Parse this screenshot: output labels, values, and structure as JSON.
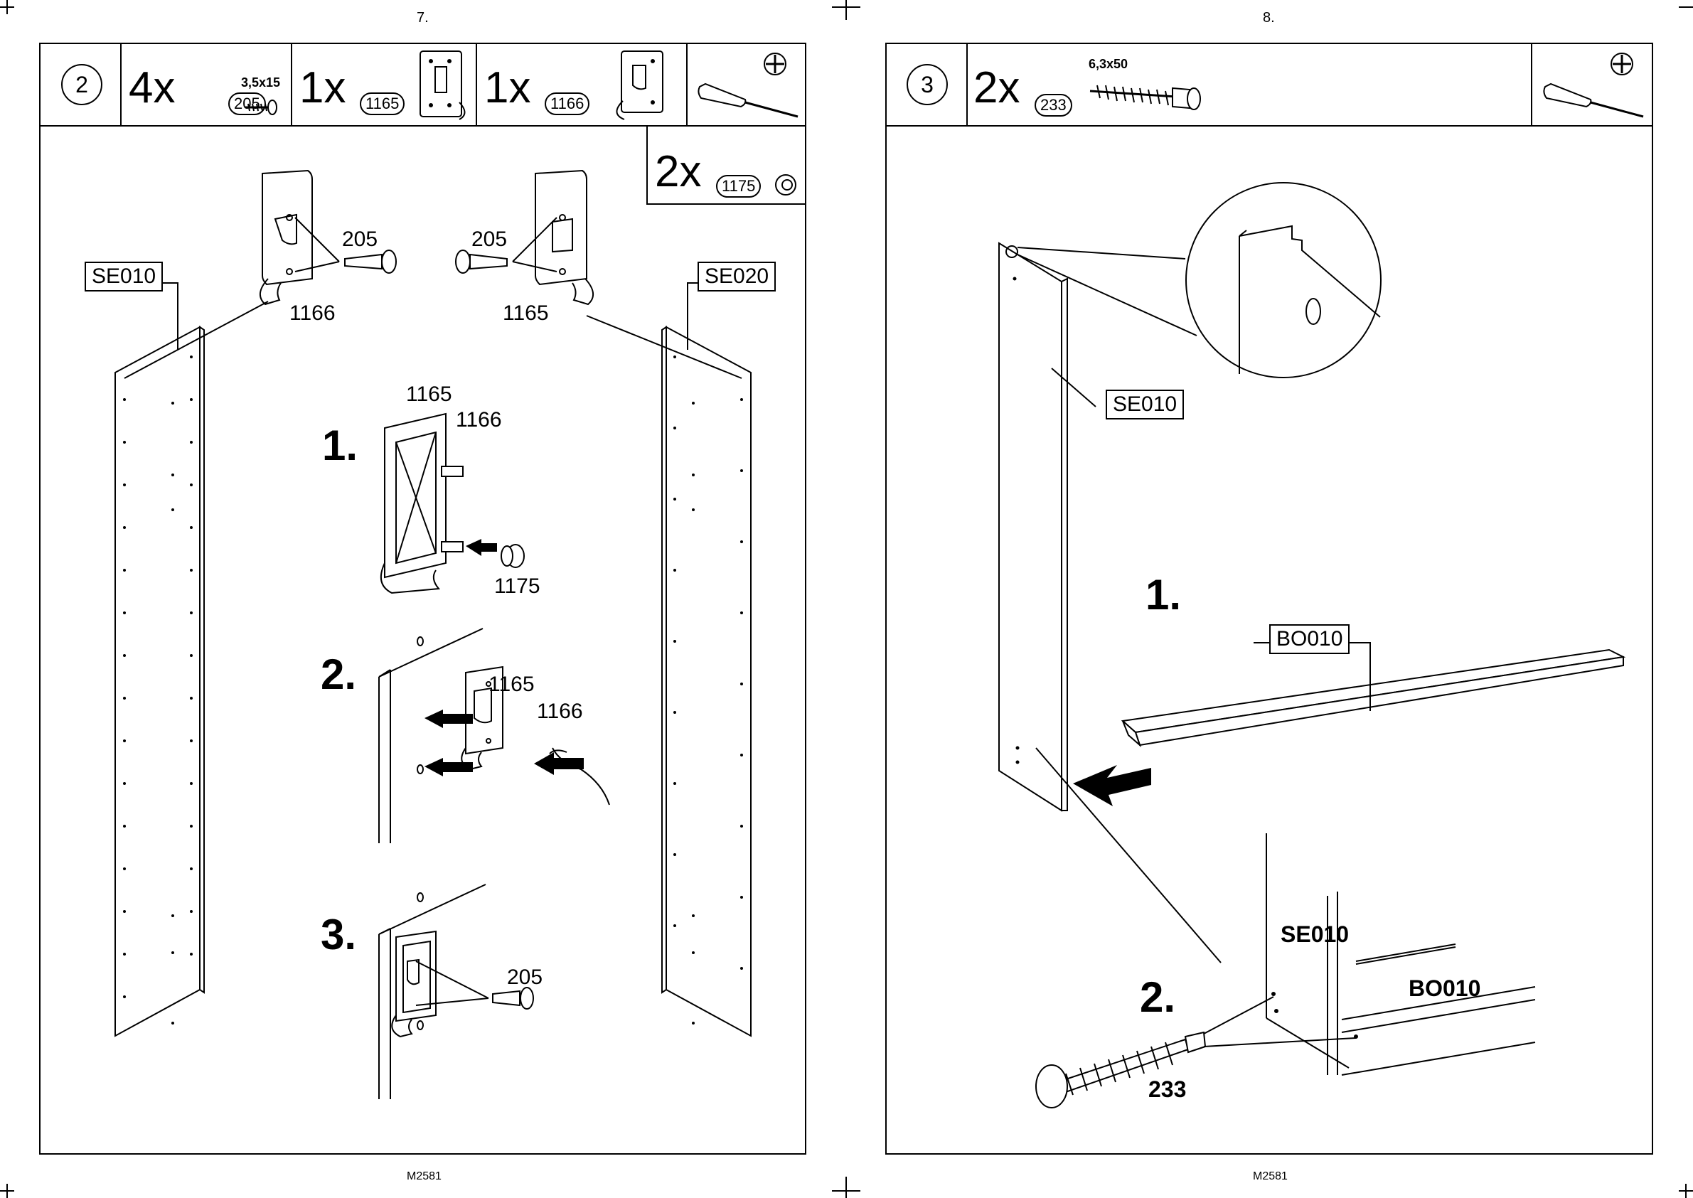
{
  "left_page": {
    "page_number": "7.",
    "footer_code": "M2581",
    "step_number": "2",
    "parts": [
      {
        "qty": "4x",
        "part": "205",
        "size": "3,5x15"
      },
      {
        "qty": "1x",
        "part": "1165"
      },
      {
        "qty": "1x",
        "part": "1166"
      }
    ],
    "extra_part": {
      "qty": "2x",
      "part": "1175"
    },
    "labels": {
      "se010": "SE010",
      "se020": "SE020",
      "screw_left": "205",
      "screw_right": "205",
      "bracket_left": "1166",
      "bracket_right": "1165",
      "sub1_a": "1165",
      "sub1_b": "1166",
      "sub1_c": "1175",
      "sub2_a": "1165",
      "sub2_b": "1166",
      "sub3_a": "205"
    },
    "substeps": [
      "1.",
      "2.",
      "3."
    ]
  },
  "right_page": {
    "page_number": "8.",
    "footer_code": "M2581",
    "step_number": "3",
    "parts": [
      {
        "qty": "2x",
        "part": "233",
        "size": "6,3x50"
      }
    ],
    "labels": {
      "se010_box": "SE010",
      "bo010_box": "BO010",
      "se010_detail": "SE010",
      "bo010_detail": "BO010",
      "screw": "233"
    },
    "substeps": [
      "1.",
      "2."
    ]
  }
}
